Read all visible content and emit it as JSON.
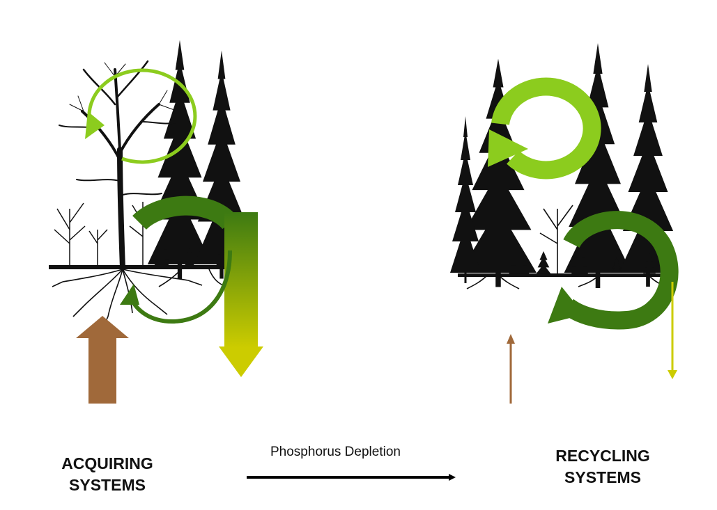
{
  "labels": {
    "left_line1": "ACQUIRING",
    "left_line2": "SYSTEMS",
    "right_line1": "RECYCLING",
    "right_line2": "SYSTEMS",
    "process": "Phosphorus Depletion"
  },
  "colors": {
    "light_green": "#8ccc1e",
    "dark_green": "#3d7a12",
    "yellow_green": "#cccc00",
    "brown": "#a0693a",
    "silhouette": "#111111"
  }
}
